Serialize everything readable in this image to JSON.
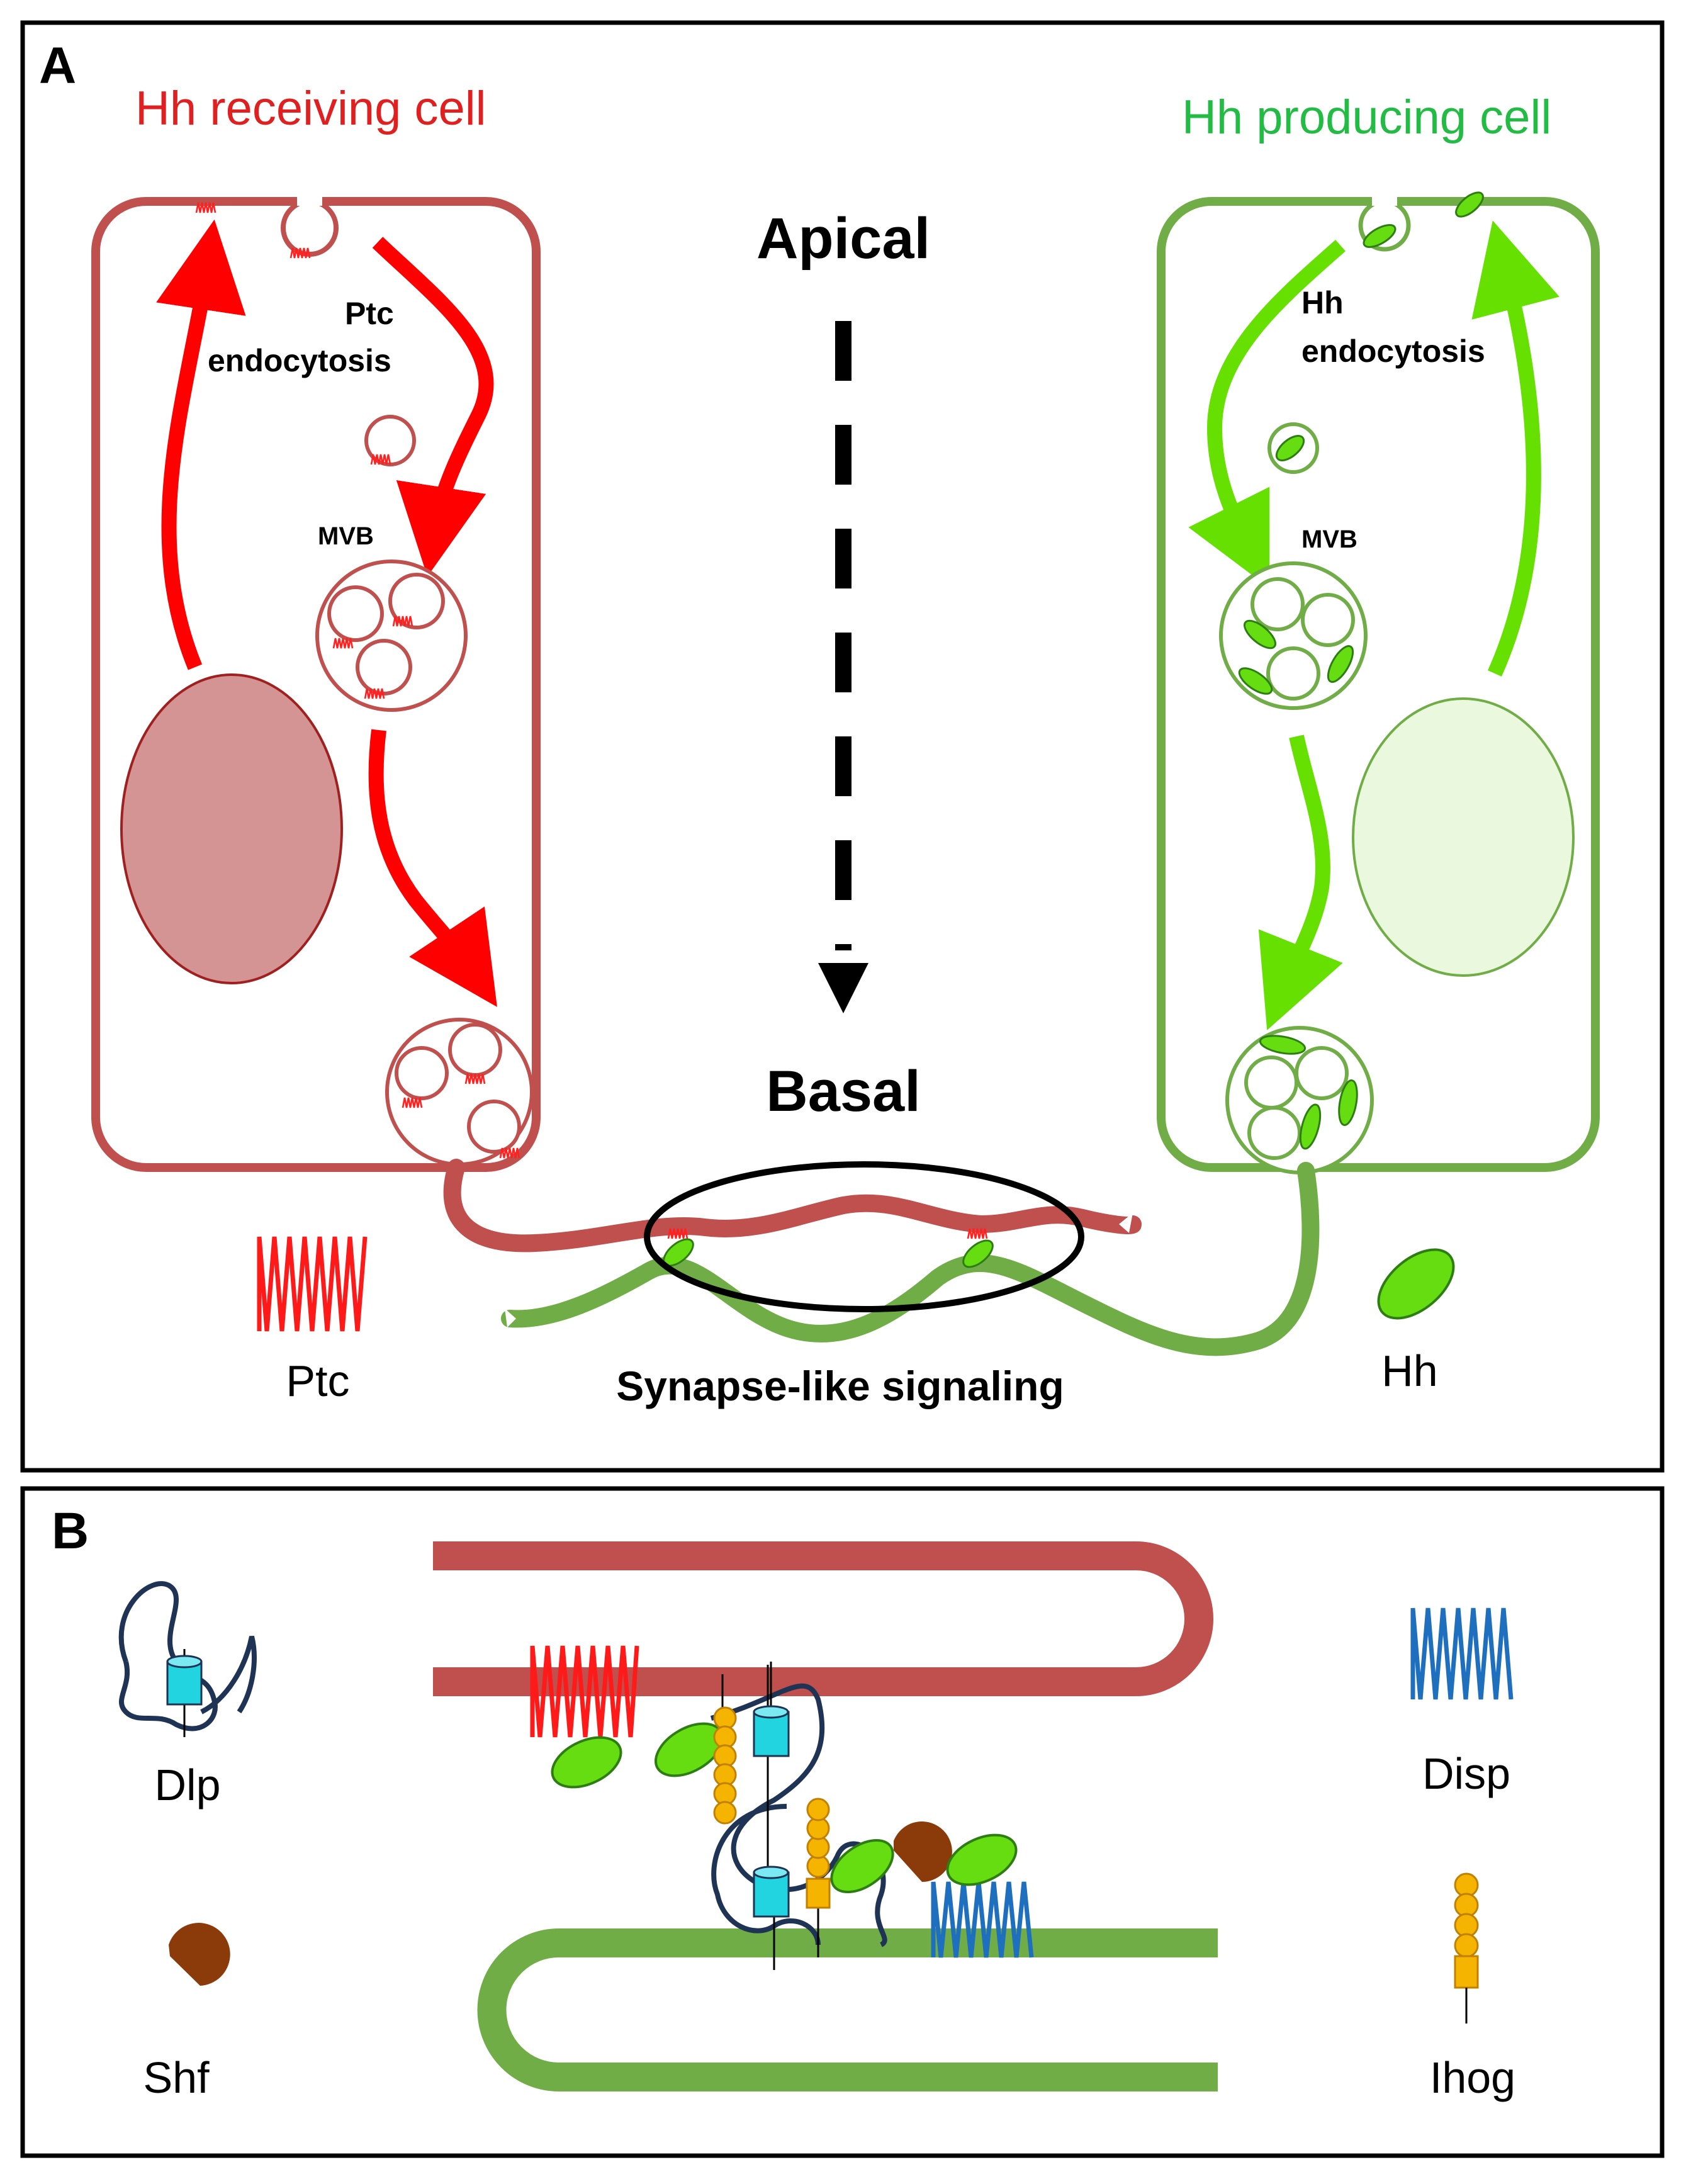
{
  "panel_a": {
    "letter": "A",
    "receiving_cell_title": "Hh receiving cell",
    "producing_cell_title": "Hh producing cell",
    "apical": "Apical",
    "basal": "Basal",
    "ptc_endocytosis_line1": "Ptc",
    "ptc_endocytosis_line2": "endocytosis",
    "hh_endocytosis_line1": "Hh",
    "hh_endocytosis_line2": "endocytosis",
    "mvb_left": "MVB",
    "mvb_right": "MVB",
    "legend_ptc": "Ptc",
    "legend_hh": "Hh",
    "synapse": "Synapse-like signaling"
  },
  "panel_b": {
    "letter": "B",
    "dlp": "Dlp",
    "disp": "Disp",
    "shf": "Shf",
    "ihog": "Ihog"
  },
  "colors": {
    "receiving": "#c0504d",
    "receiving_arrow": "#ff0000",
    "receiving_title": "#e02020",
    "producing": "#70ad47",
    "producing_arrow": "#66e000",
    "producing_title": "#22bb44",
    "hh": "#66dd11",
    "disp": "#1f6fbf",
    "ihog": "#f5b400",
    "dlp_core": "#22d3e0",
    "dlp_chain": "#1f3355",
    "shf": "#8b3a0a"
  }
}
